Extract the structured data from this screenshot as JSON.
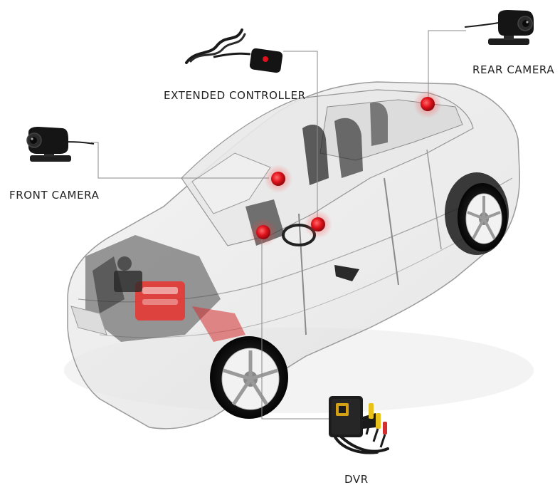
{
  "labels": {
    "front_camera": "FRONT CAMERA",
    "extended_controller": "EXTENDED CONTROLLER",
    "rear_camera": "REAR CAMERA",
    "dvr": "DVR"
  },
  "colors": {
    "marker": "#e0121b",
    "leader_line": "#8a8a8a",
    "device_body": "#151515",
    "engine_accent": "#e53935"
  },
  "icons": [
    "car-cutaway-illustration",
    "front-camera-icon",
    "rear-camera-icon",
    "extended-controller-icon",
    "dvr-unit-icon"
  ]
}
